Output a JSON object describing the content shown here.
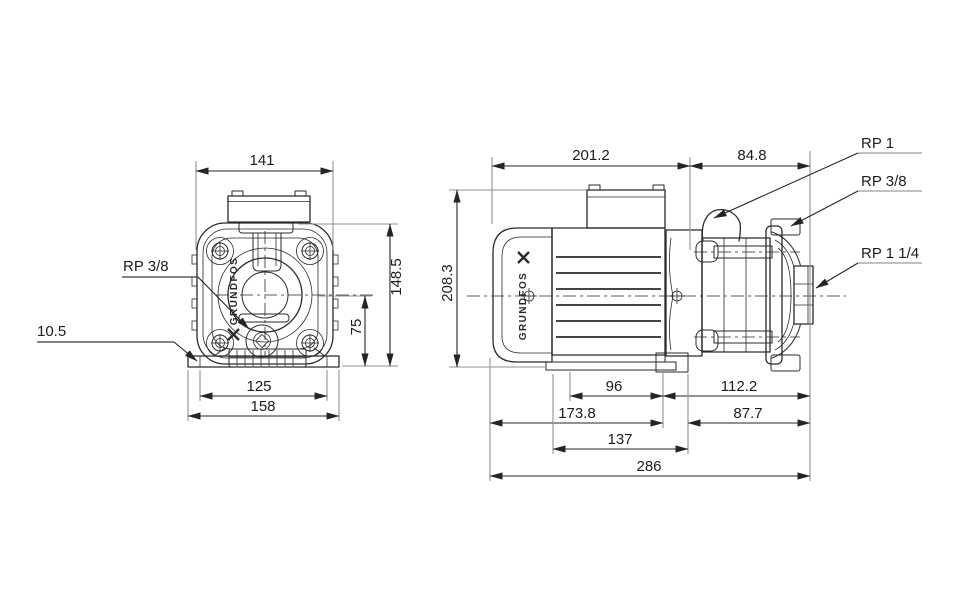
{
  "drawing": {
    "brand": "GRUNDFOS",
    "background_color": "#ffffff",
    "line_color": "#2a2a2a",
    "extension_line_color": "#929292",
    "front_view": {
      "dim_width_top": "141",
      "dim_height_overall": "148.5",
      "dim_height_center": "75",
      "dim_foot_hole_spacing": "125",
      "dim_base_width": "158",
      "callout_foot_thickness": "10.5",
      "callout_drain_port": "RP 3/8"
    },
    "side_view": {
      "dim_motor_length": "201.2",
      "dim_head_length": "84.8",
      "dim_height_overall": "208.3",
      "dim_96": "96",
      "dim_112_2": "112.2",
      "dim_173_8": "173.8",
      "dim_87_7": "87.7",
      "dim_137": "137",
      "dim_overall_length": "286",
      "callout_inlet_port": "RP 1",
      "callout_vent_port": "RP 3/8",
      "callout_outlet_port": "RP 1 1/4"
    }
  }
}
